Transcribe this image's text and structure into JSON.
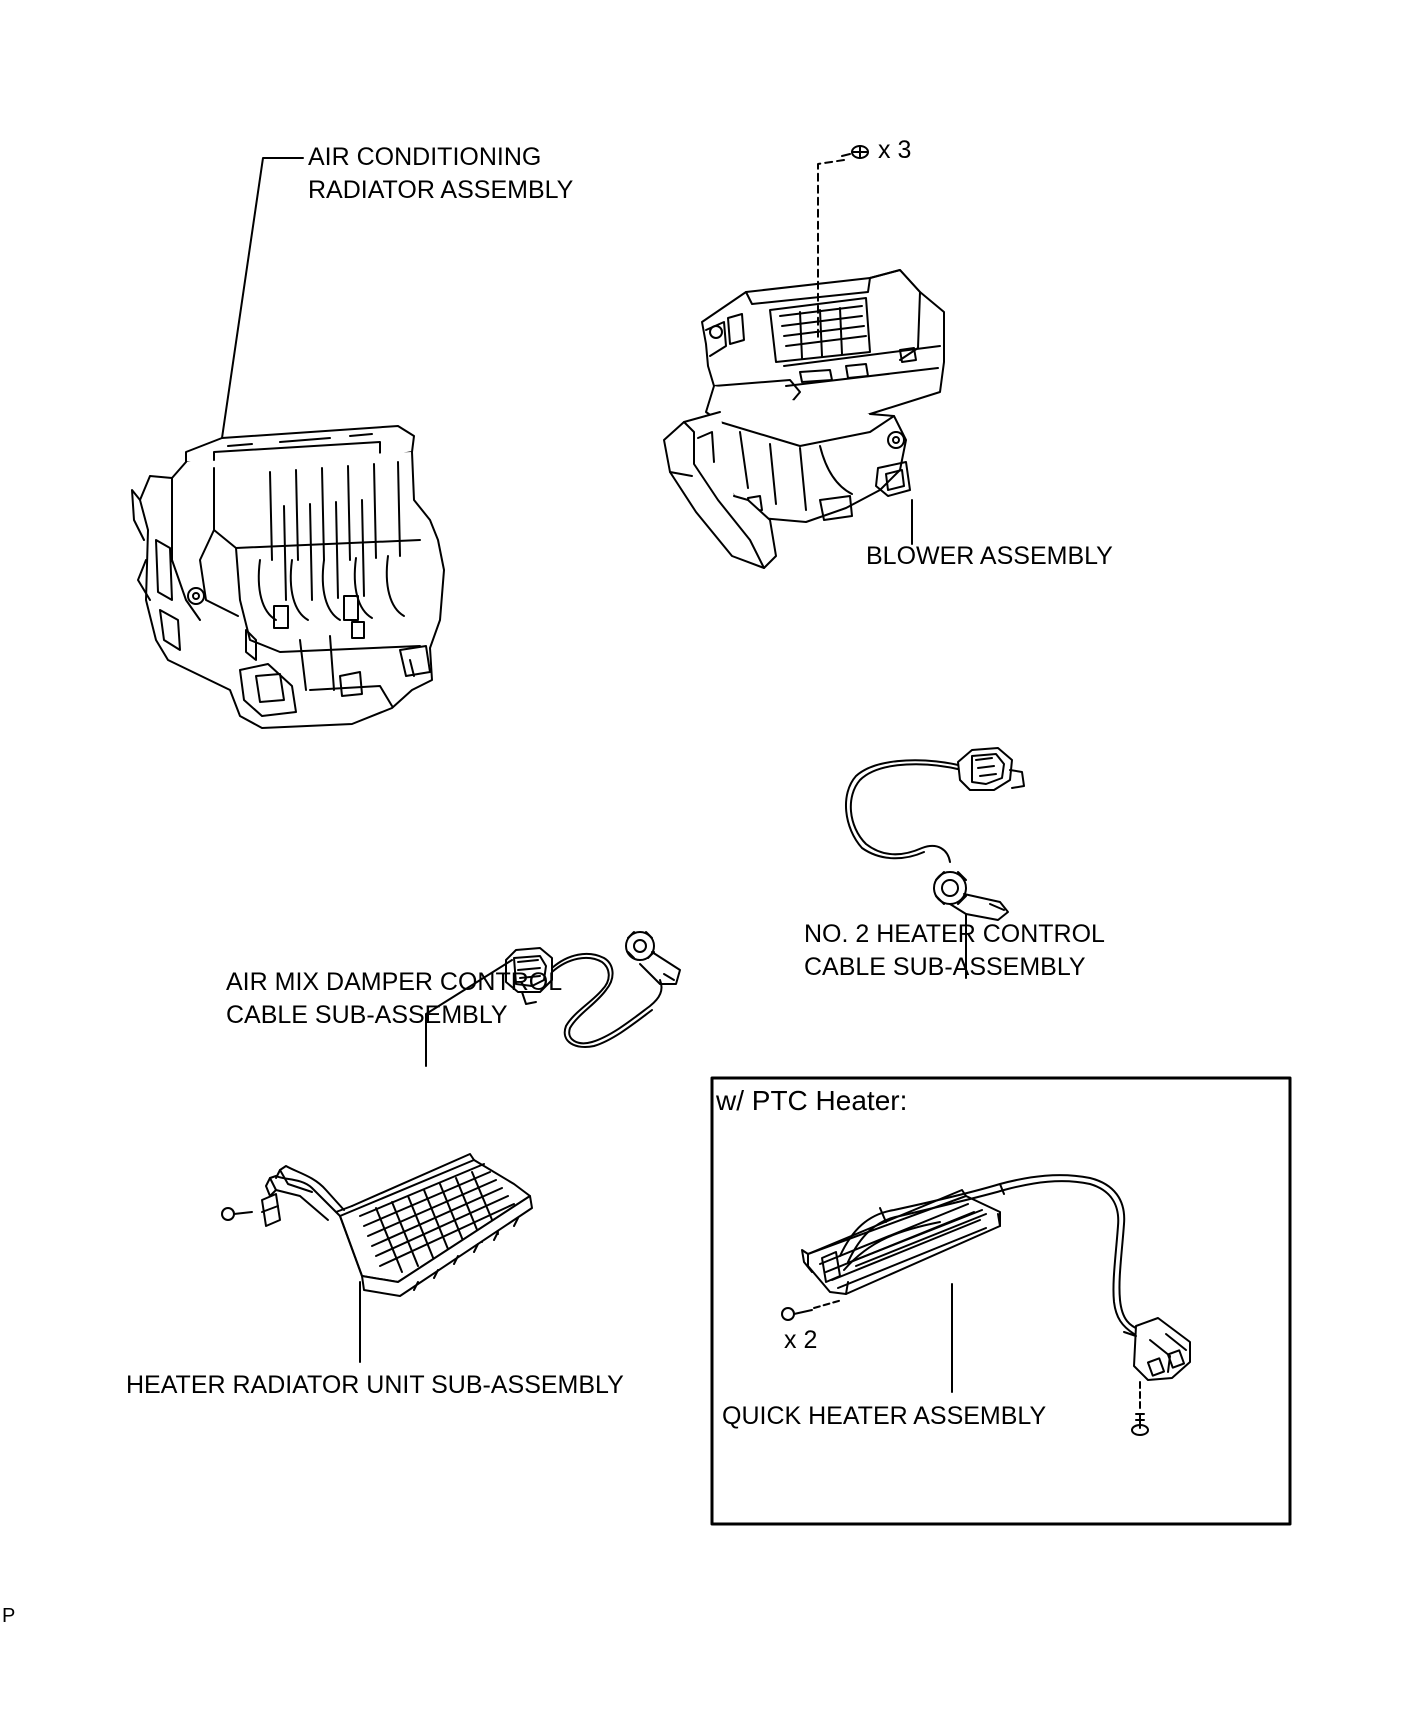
{
  "labels": {
    "ac_radiator_line1": "AIR CONDITIONING",
    "ac_radiator_line2": "RADIATOR ASSEMBLY",
    "blower": "BLOWER ASSEMBLY",
    "blower_screw_qty": "x 3",
    "air_mix_line1": "AIR MIX DAMPER CONTROL",
    "air_mix_line2": "CABLE SUB-ASSEMBLY",
    "no2_heater_line1": "NO. 2 HEATER CONTROL",
    "no2_heater_line2": "CABLE SUB-ASSEMBLY",
    "heater_radiator": "HEATER RADIATOR UNIT SUB-ASSEMBLY",
    "ptc_box_title": "w/ PTC Heater:",
    "quick_heater": "QUICK HEATER ASSEMBLY",
    "quick_heater_screw_qty": "x 2",
    "corner_mark": "P"
  },
  "colors": {
    "line": "#000000",
    "background": "#ffffff"
  }
}
